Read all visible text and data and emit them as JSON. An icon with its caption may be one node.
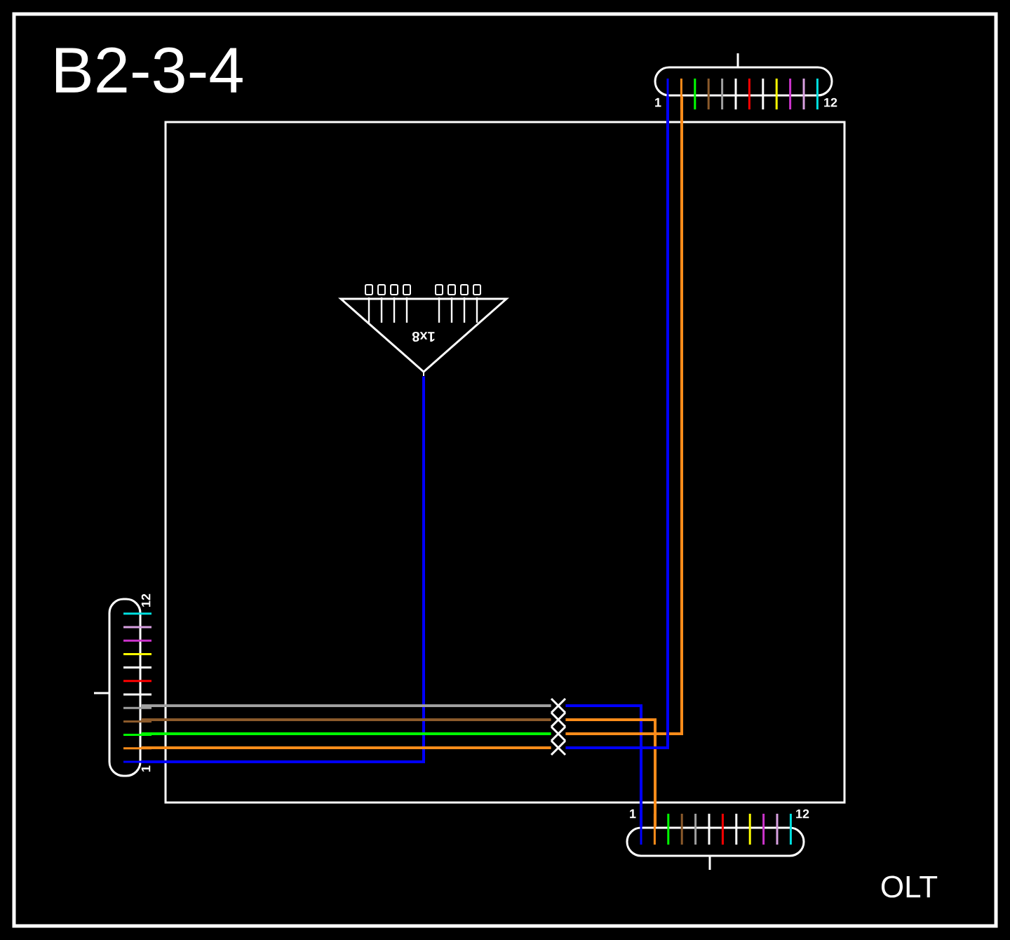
{
  "diagram": {
    "title": "B2-3-4",
    "nodes": [
      {
        "text": [],
        "shape": "box"
      },
      {
        "text": [],
        "shape": "capsule",
        "beside": [
          "1",
          "12"
        ]
      },
      {
        "text": [
          "1x8"
        ],
        "in": 0
      },
      {
        "text": [],
        "shape": "capsule",
        "beside": [
          "1",
          "12"
        ]
      },
      {
        "text": [],
        "shape": "capsule",
        "beside": [
          "1",
          "12"
        ]
      },
      {
        "text": [],
        "shape": "cross",
        "in": 0
      },
      {
        "text": [],
        "shape": "cross",
        "in": 0
      },
      {
        "text": [],
        "shape": "cross",
        "in": 0
      },
      {
        "text": [],
        "shape": "cross",
        "in": 0
      }
    ],
    "edges": [
      {
        "from": 3,
        "to": 2,
        "arrow": "none",
        "color": "#0000ff"
      },
      {
        "from": 3,
        "to": 5,
        "arrow": "none",
        "color": "#a0a0a0"
      },
      {
        "from": 3,
        "to": 6,
        "arrow": "none",
        "color": "#8b5a2b"
      },
      {
        "from": 3,
        "to": 7,
        "arrow": "none",
        "color": "#00ff00"
      },
      {
        "from": 3,
        "to": 8,
        "arrow": "none",
        "color": "#ff8c1a"
      },
      {
        "from": 5,
        "to": 4,
        "arrow": "none",
        "color": "#0000ff"
      },
      {
        "from": 6,
        "to": 4,
        "arrow": "none",
        "color": "#ff8c1a"
      },
      {
        "from": 7,
        "to": 1,
        "arrow": "none",
        "color": "#ff8c1a"
      },
      {
        "from": 8,
        "to": 1,
        "arrow": "none",
        "color": "#0000ff"
      }
    ],
    "labels": [
      "OLT"
    ]
  }
}
